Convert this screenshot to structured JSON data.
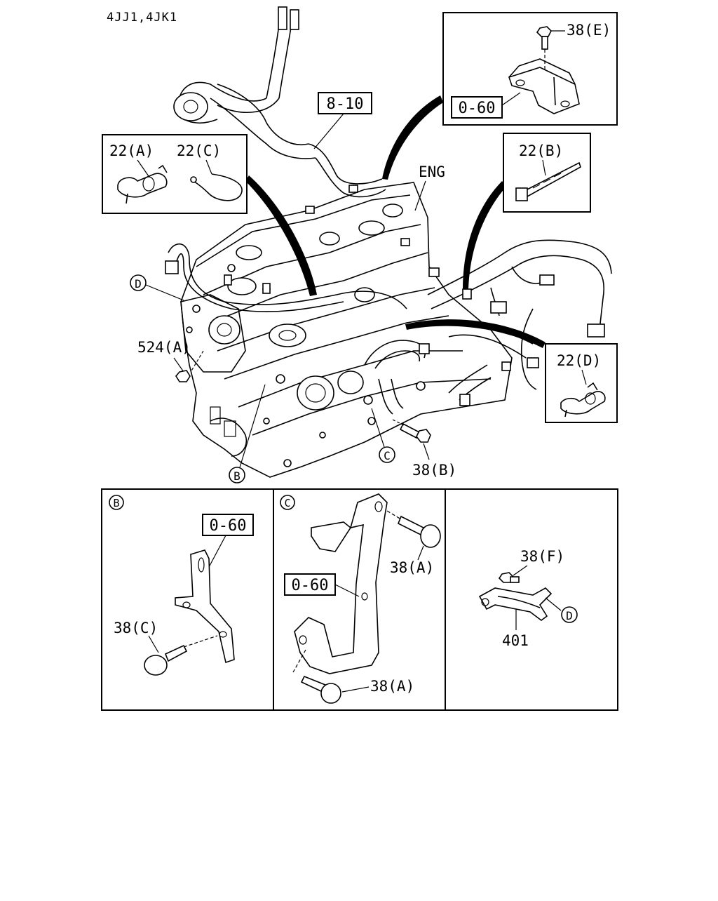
{
  "header": {
    "model": "4JJ1,4JK1"
  },
  "main": {
    "ref_box": "8-10",
    "eng_label": "ENG",
    "nut_label": "524(A)",
    "bolt_b_label": "38(B)",
    "callouts": {
      "b": "B",
      "c": "C",
      "d": "D"
    }
  },
  "insets": {
    "clips_ac": {
      "a_label": "22(A)",
      "c_label": "22(C)"
    },
    "bracket_e": {
      "bolt_label": "38(E)",
      "ref_box": "0-60"
    },
    "tie_b": {
      "label": "22(B)"
    },
    "clip_d": {
      "label": "22(D)"
    }
  },
  "details": {
    "b": {
      "marker": "B",
      "ref_box": "0-60",
      "bolt_label": "38(C)"
    },
    "c": {
      "marker": "C",
      "ref_box": "0-60",
      "bolt_top_label": "38(A)",
      "bolt_bottom_label": "38(A)"
    },
    "d": {
      "bolt_label": "38(F)",
      "part_label": "401",
      "callout": "D"
    }
  }
}
